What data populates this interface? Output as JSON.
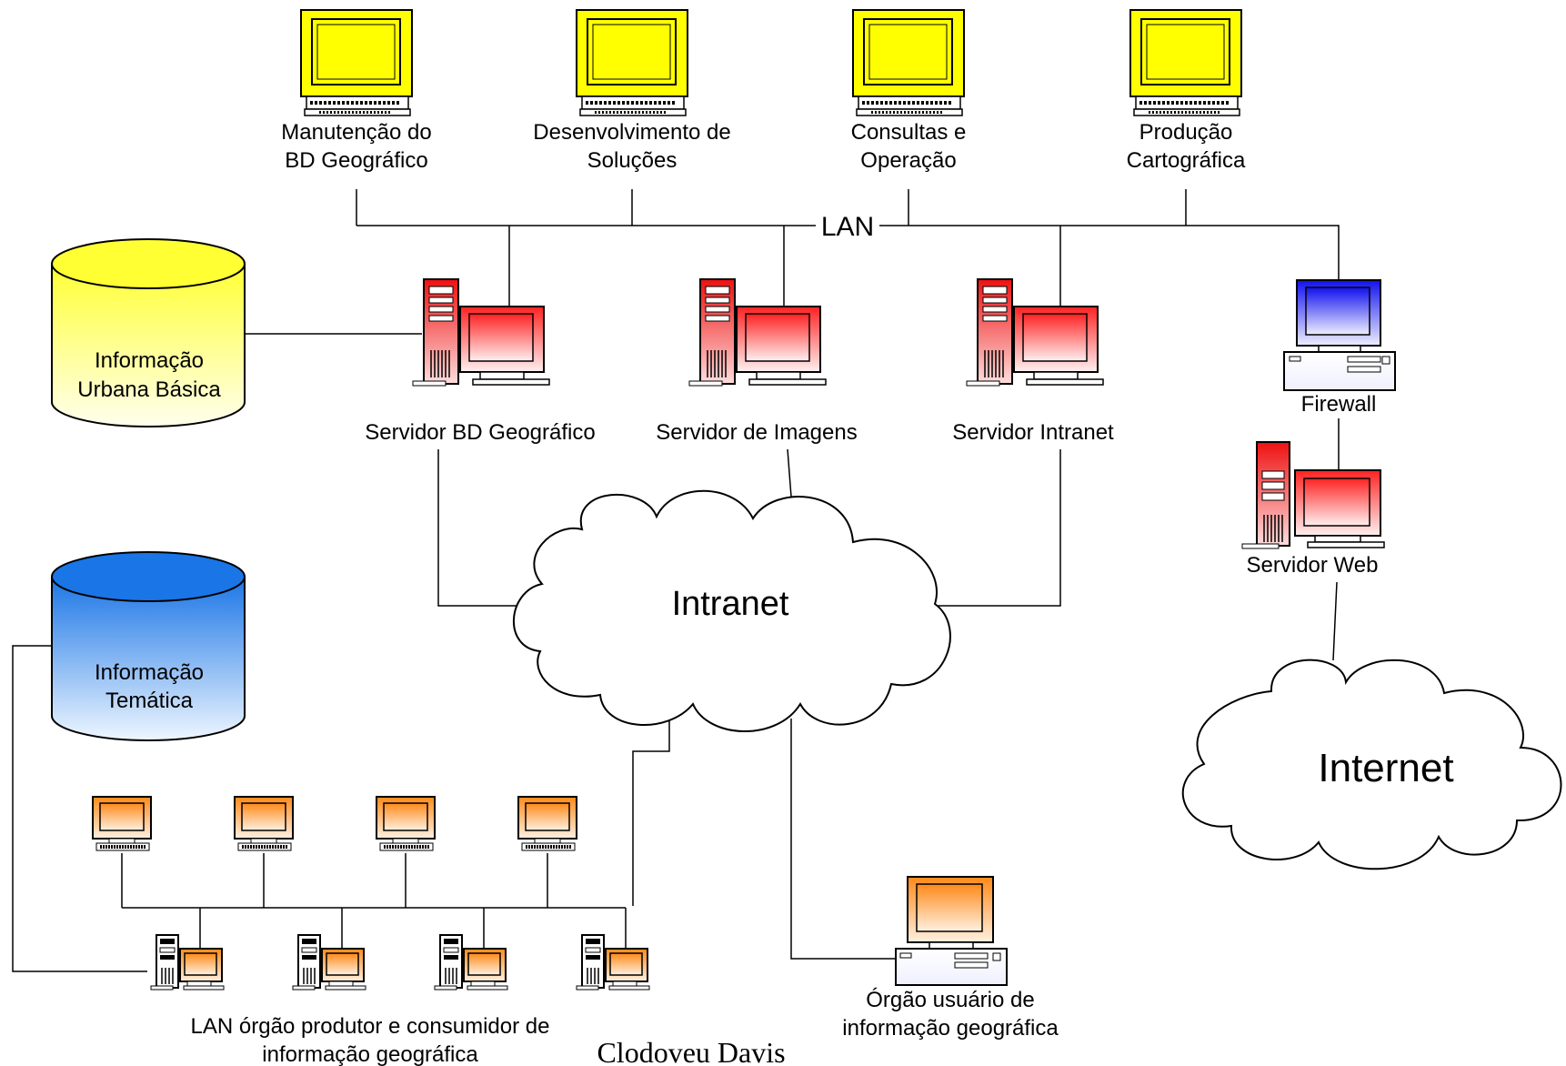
{
  "workstations": [
    {
      "line1": "Manutenção do",
      "line2": "BD Geográfico"
    },
    {
      "line1": "Desenvolvimento de",
      "line2": "Soluções"
    },
    {
      "line1": "Consultas e",
      "line2": "Operação"
    },
    {
      "line1": "Produção",
      "line2": "Cartográfica"
    }
  ],
  "lan_label": "LAN",
  "databases": [
    {
      "line1": "Informação",
      "line2": "Urbana Básica",
      "color": "#ffff33"
    },
    {
      "line1": "Informação",
      "line2": "Temática",
      "color": "#1a75e6"
    }
  ],
  "servers": [
    {
      "label": "Servidor BD Geográfico"
    },
    {
      "label": "Servidor de Imagens"
    },
    {
      "label": "Servidor Intranet"
    }
  ],
  "firewall": {
    "label": "Firewall",
    "color": "#2020ee"
  },
  "web_server": {
    "label": "Servidor Web"
  },
  "clouds": {
    "intranet": "Intranet",
    "internet": "Internet"
  },
  "producer_lan": {
    "line1": "LAN órgão produtor e consumidor de",
    "line2": "informação geográfica"
  },
  "user_org": {
    "line1": "Órgão usuário de",
    "line2": "informação geográfica"
  },
  "author": "Clodoveu Davis",
  "colors": {
    "workstation": "#ffff00",
    "server": "#ff4444",
    "orange": "#ff9933",
    "firewall": "#2020ee"
  }
}
